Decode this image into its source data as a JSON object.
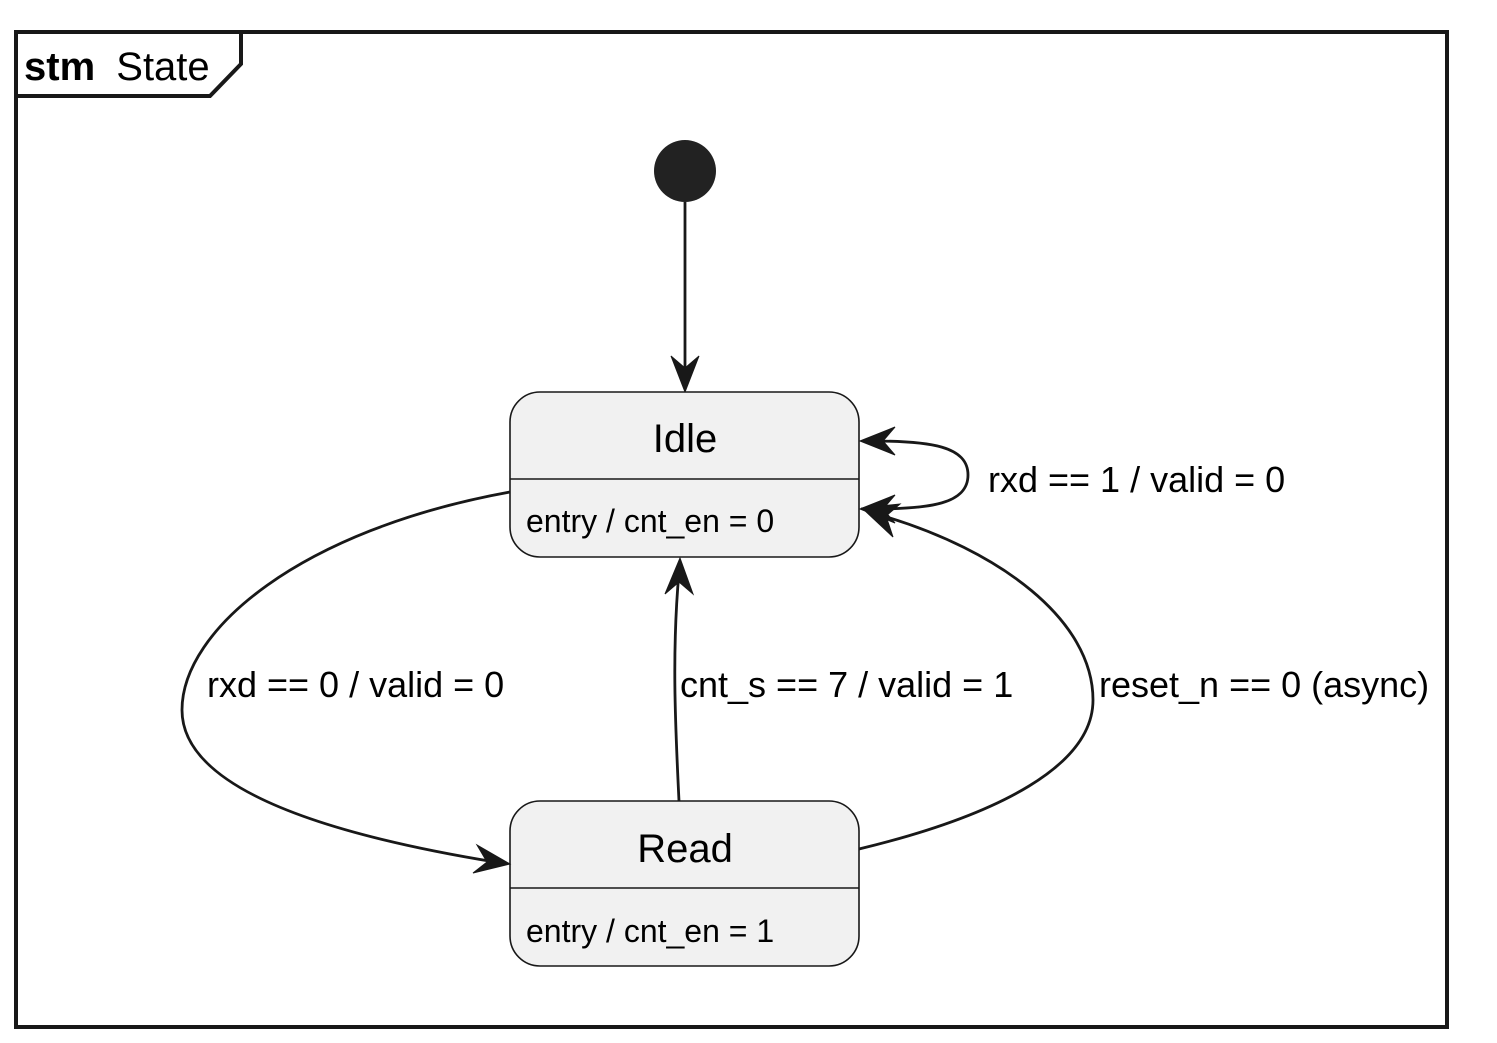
{
  "frame": {
    "kind": "stm",
    "name": "State"
  },
  "states": {
    "idle": {
      "name": "Idle",
      "entry": "entry / cnt_en = 0"
    },
    "read": {
      "name": "Read",
      "entry": "entry / cnt_en = 1"
    }
  },
  "transitions": {
    "idle_self": "rxd == 1 / valid = 0",
    "idle_to_read": "rxd == 0 / valid = 0",
    "read_to_idle": "cnt_s == 7 / valid = 1",
    "reset": "reset_n == 0 (async)"
  }
}
